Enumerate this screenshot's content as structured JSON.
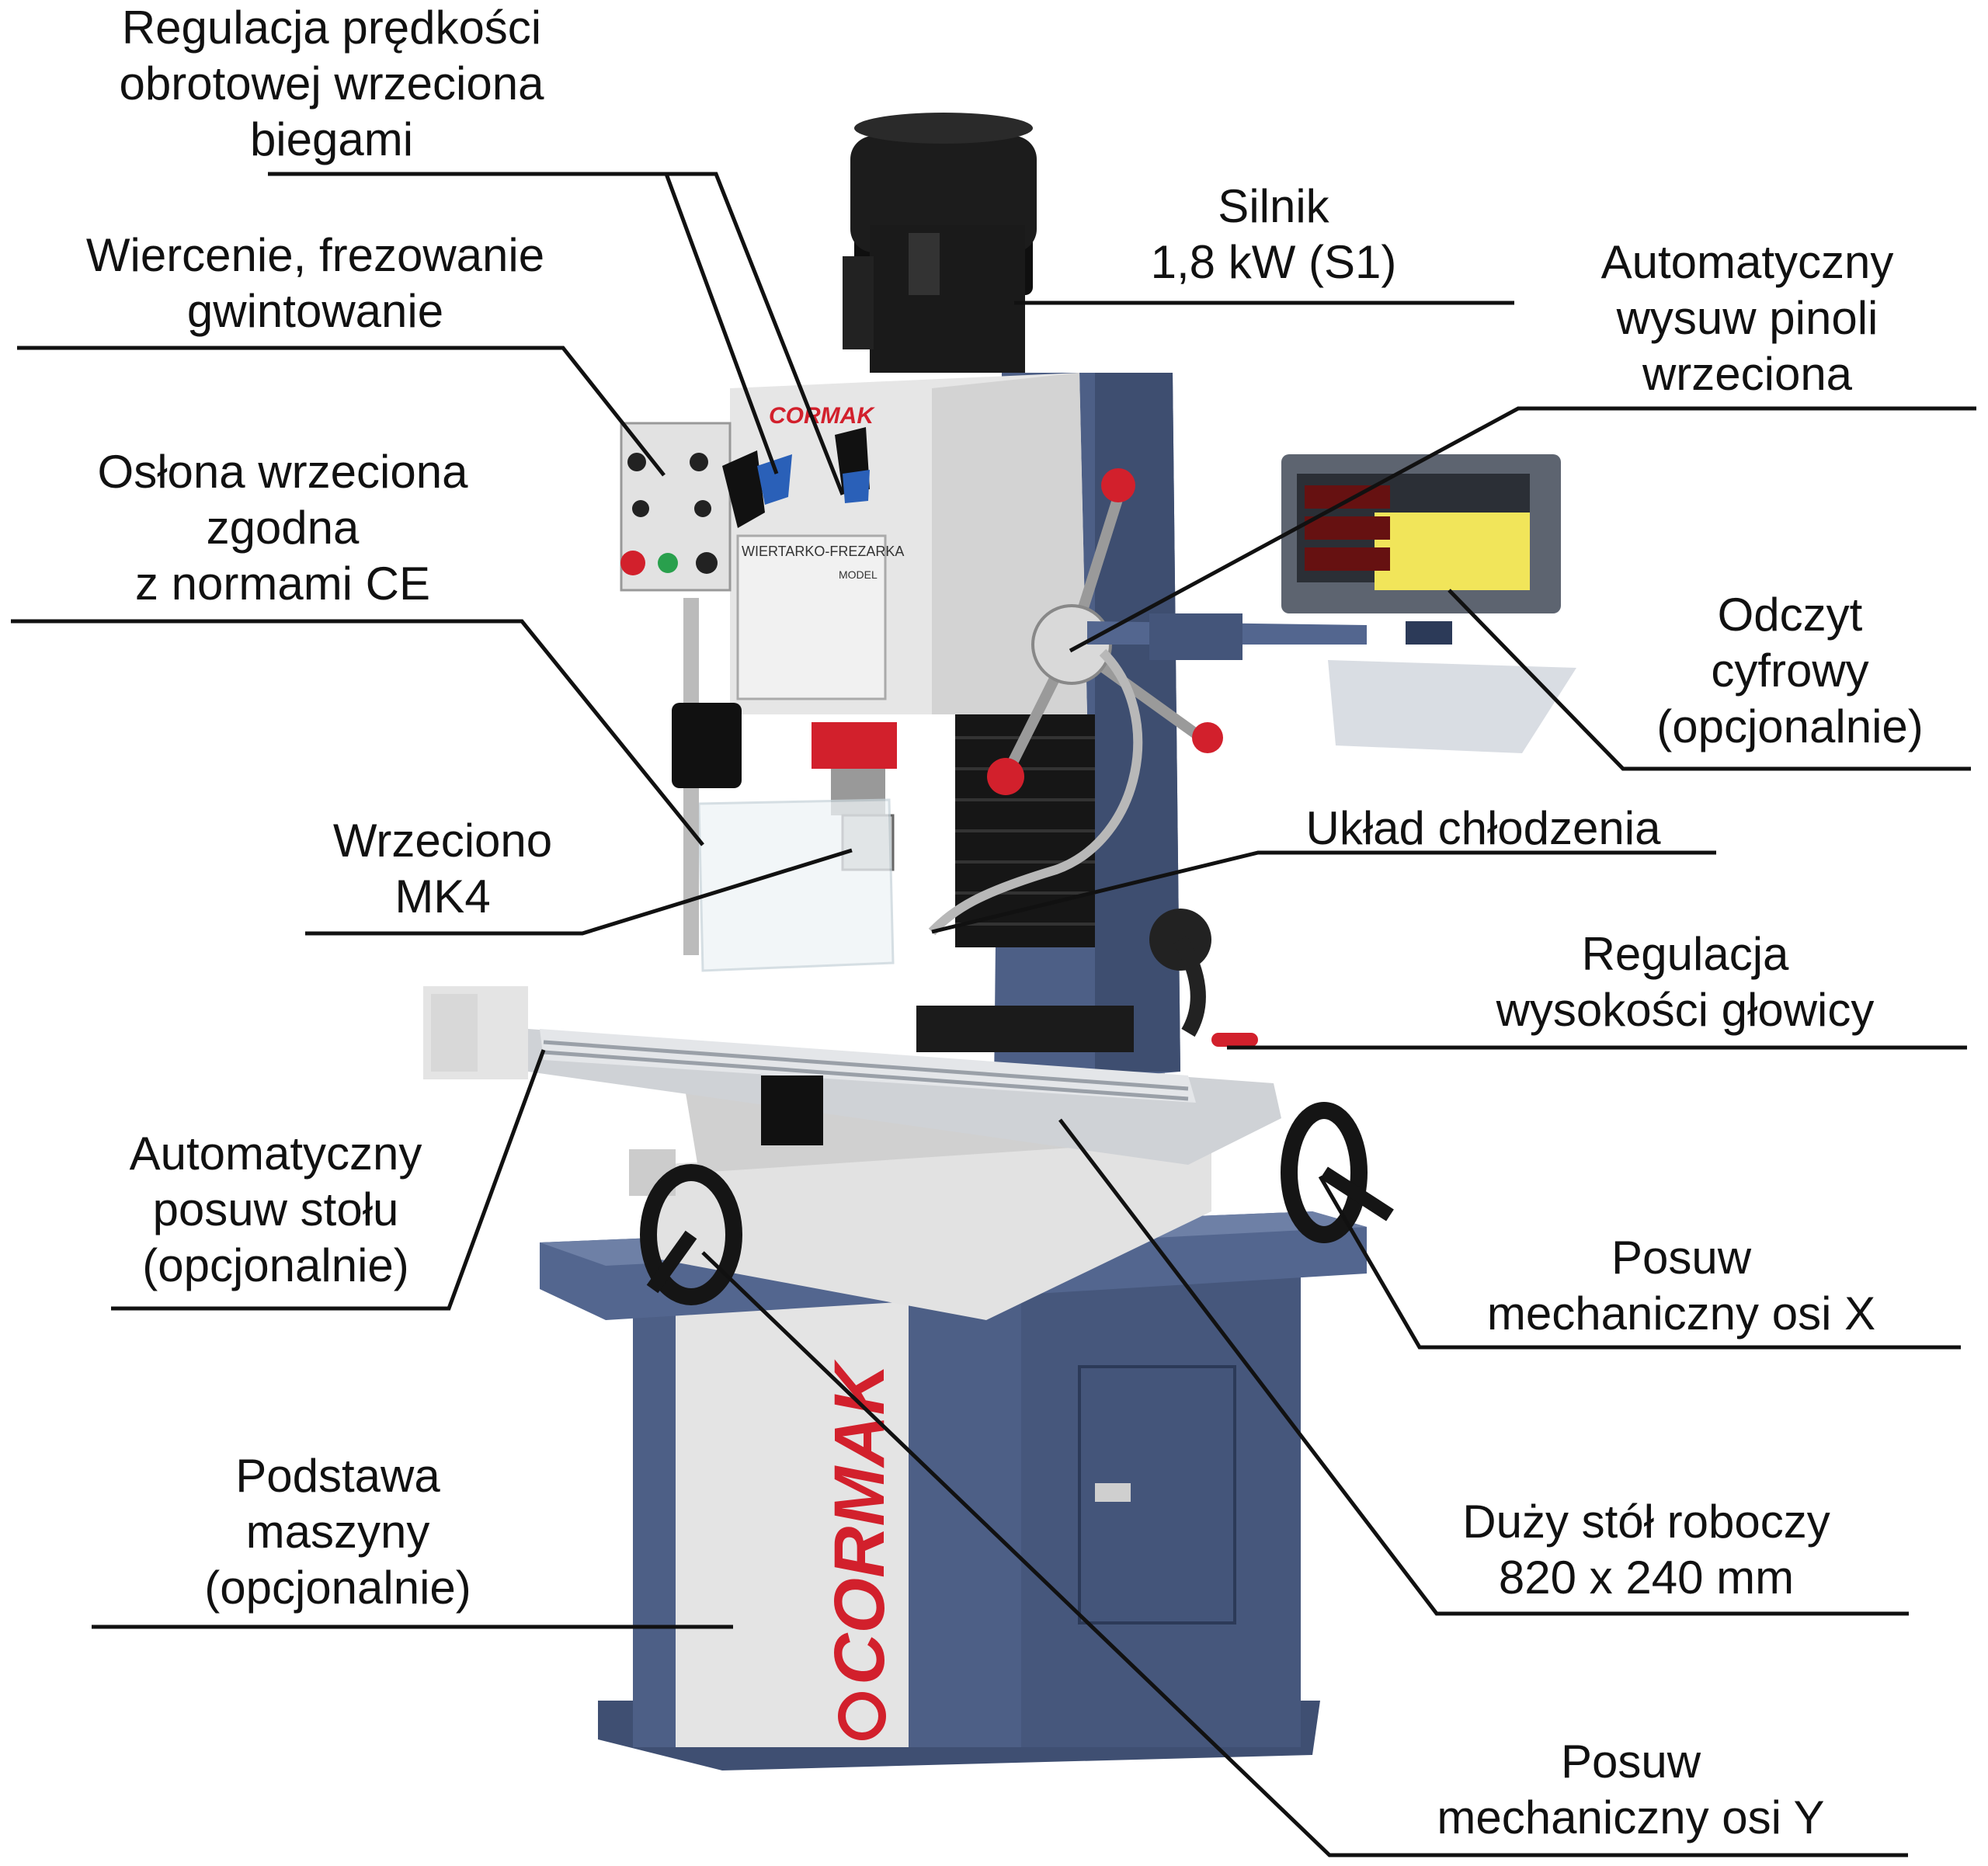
{
  "brand": {
    "name": "CORMAK",
    "front_plate": "WIERTARKO-FREZARKA",
    "model_label": "MODEL"
  },
  "colors": {
    "column_blue": "#4d5f86",
    "body_grey": "#dcdcdc",
    "motor_black": "#1c1c1c",
    "accent_red": "#d2202c",
    "leader_line": "#111111",
    "dro_keys": "#f1e55a"
  },
  "labels": {
    "gear_speed": [
      "Regulacja prędkości",
      "obrotowej wrzeciona",
      "biegami"
    ],
    "modes": [
      "Wiercenie, frezowanie",
      "gwintowanie"
    ],
    "guard": [
      "Osłona wrzeciona",
      "zgodna",
      "z normami CE"
    ],
    "spindle": [
      "Wrzeciono",
      "MK4"
    ],
    "table_feed": [
      "Automatyczny",
      "posuw stołu",
      "(opcjonalnie)"
    ],
    "base": [
      "Podstawa",
      "maszyny",
      "(opcjonalnie)"
    ],
    "motor": [
      "Silnik",
      "1,8 kW (S1)"
    ],
    "quill_feed": [
      "Automatyczny",
      "wysuw pinoli",
      "wrzeciona"
    ],
    "dro": [
      "Odczyt",
      "cyfrowy",
      "(opcjonalnie)"
    ],
    "coolant": [
      "Układ chłodzenia"
    ],
    "head_height": [
      "Regulacja",
      "wysokości głowicy"
    ],
    "x_axis": [
      "Posuw",
      "mechaniczny osi X"
    ],
    "table": [
      "Duży stół roboczy",
      "820 x 240 mm"
    ],
    "y_axis": [
      "Posuw",
      "mechaniczny osi Y"
    ]
  }
}
